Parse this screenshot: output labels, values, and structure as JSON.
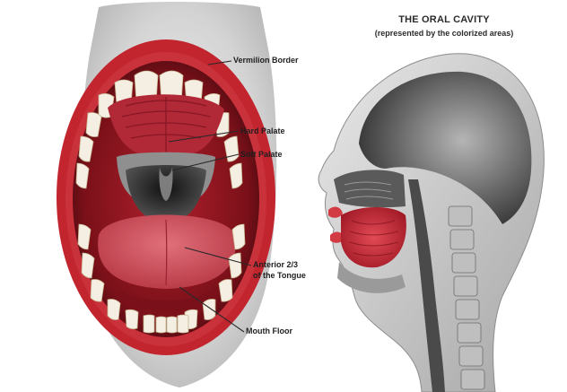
{
  "header": {
    "title": "THE ORAL CAVITY",
    "subtitle": "(represented by the colorized areas)"
  },
  "labels": {
    "vermilion_border": "Vermilion Border",
    "hard_palate": "Hard Palate",
    "soft_palate": "Soft Palate",
    "anterior_tongue_line1": "Anterior 2/3",
    "anterior_tongue_line2": "of the Tongue",
    "mouth_floor": "Mouth Floor"
  },
  "colors": {
    "lip_red": "#c2252e",
    "tissue_red": "#9e1b26",
    "dark_red": "#5e0c14",
    "tooth": "#f4efe2",
    "gum": "#d8a97a",
    "throat": "#2a2a2a",
    "skin_gray": "#d9d9d9",
    "bone_gray": "#a8a8a8"
  }
}
